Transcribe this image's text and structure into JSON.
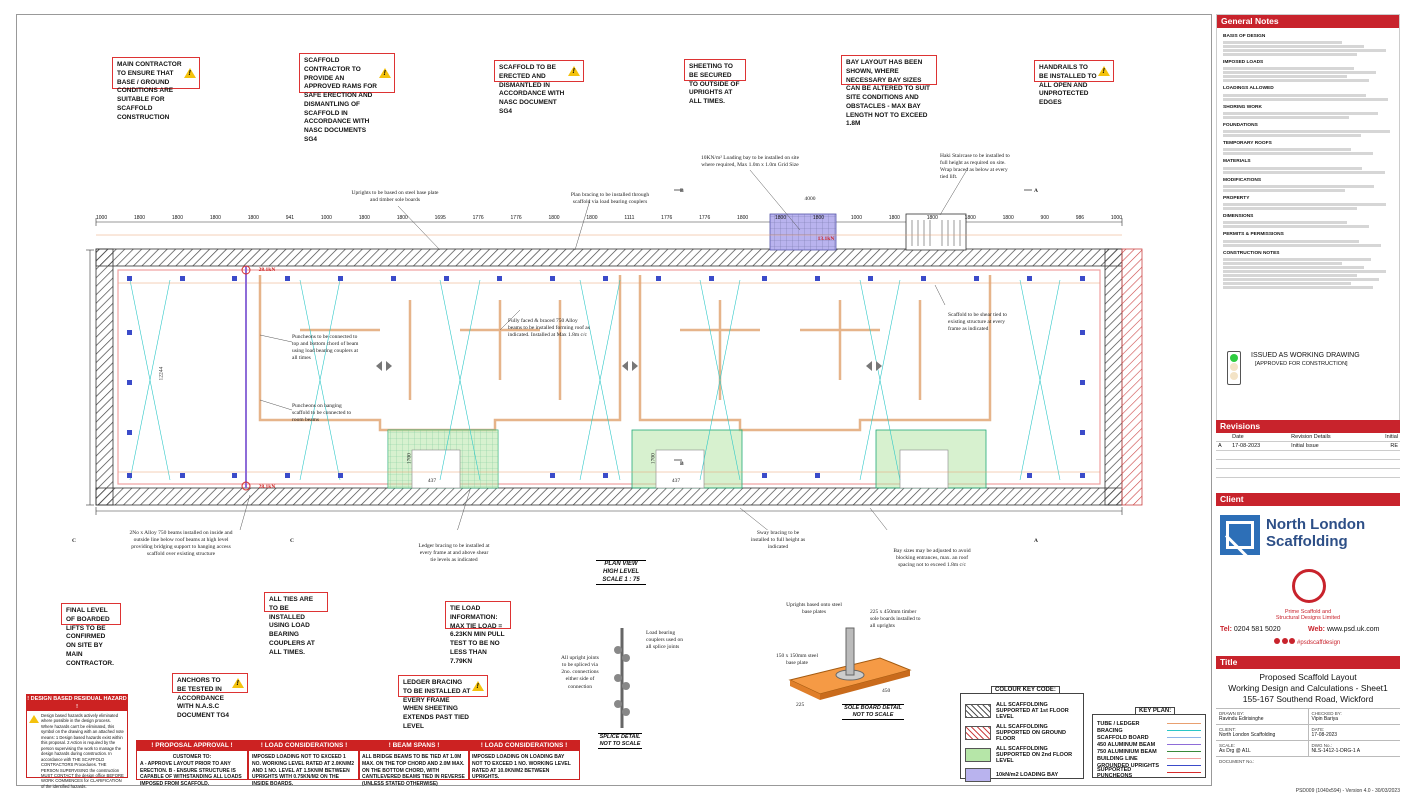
{
  "notes_top": [
    "MAIN CONTRACTOR TO ENSURE THAT BASE / GROUND CONDITIONS ARE SUITABLE FOR SCAFFOLD CONSTRUCTION",
    "SCAFFOLD CONTRACTOR TO PROVIDE AN APPROVED RAMS FOR SAFE ERECTION AND DISMANTLING OF SCAFFOLD IN ACCORDANCE WITH NASC DOCUMENTS SG4",
    "SCAFFOLD TO BE ERECTED AND DISMANTLED IN ACCORDANCE WITH NASC DOCUMENT SG4",
    "SHEETING TO BE SECURED TO OUTSIDE OF UPRIGHTS AT ALL TIMES.",
    "BAY LAYOUT HAS BEEN SHOWN, WHERE NECESSARY BAY SIZES CAN BE ALTERED TO SUIT SITE CONDITIONS AND OBSTACLES - MAX BAY LENGTH NOT TO EXCEED 1.8m",
    "HANDRAILS TO BE INSTALLED TO ALL OPEN AND UNPROTECTED EDGES"
  ],
  "annotations": {
    "uprights_base": "Uprights to be based on steel base plate and timber sole boards",
    "plan_bracing": "Plan bracing to be installed through scaffold via load bearing couplers",
    "loading_bay": "10KN/m² Loading bay to be installed on site where required, Max 1.0m x 1.0m Grid Size",
    "haki": "Haki Staircase to be installed to full height as required on site. Wrap braced as below at every tied lift.",
    "fully_faced": "Fully faced & braced 750 Alloy beams to be installed forming roof as indicated. Installed at Max 1.8m c/c",
    "shear_tied": "Scaffold to be shear tied to existing structure at every frame as indicated",
    "puncheons_chord": "Puncheons to be connected to top and bottom chord of beam using load bearing couplers at all times",
    "puncheons_hang": "Puncheons on hanging scaffold to be connected to room beams",
    "alloy_beams": "2No x Alloy 750 beams installed on inside and outside line below roof beams at high level providing bridging support to hanging access scaffold over existing structure",
    "ledger_bracing": "Ledger bracing to be installed at every frame at and above shear tie levels as indicated",
    "sway_bracing": "Sway bracing to be installed to full height as indicated",
    "bay_sizes": "Bay sizes may be adjusted to avoid blocking entrances, max. an roof spacing not to exceed 1.8m c/c",
    "plan_view": "PLAN VIEW",
    "high_level": "HIGH LEVEL",
    "scale": "SCALE 1 : 75",
    "load_13": "13.1kN",
    "load_28a": "28.1kN",
    "load_28b": "28.1kN",
    "dim_4000": "4000",
    "dim_12244": "12244",
    "dim_437a": "437",
    "dim_437b": "437",
    "dim_1700a": "1700",
    "dim_1700b": "1700",
    "sec_a": "A",
    "sec_b": "B",
    "sec_c": "C"
  },
  "top_dims": [
    "1000",
    "1800",
    "1800",
    "1800",
    "1800",
    "941",
    "1000",
    "1800",
    "1800",
    "1695",
    "1776",
    "1776",
    "1800",
    "1800",
    "1111",
    "1776",
    "1776",
    "1800",
    "1800",
    "1800",
    "1000",
    "1800",
    "1800",
    "1800",
    "1800",
    "900",
    "986",
    "1000"
  ],
  "notes_mid": [
    "FINAL LEVEL OF BOARDED LIFTS TO BE CONFIRMED ON SITE BY MAIN CONTRACTOR.",
    "ALL TIES ARE TO BE INSTALLED USING LOAD BEARING COUPLERS AT ALL TIMES.",
    "TIE LOAD INFORMATION: MAX TIE LOAD = 6.23kN MIN PULL TEST TO BE NO LESS THAN 7.79kN",
    "ANCHORS TO BE TESTED IN ACCORDANCE WITH N.A.S.C DOCUMENT TG4",
    "LEDGER BRACING TO BE INSTALLED AT EVERY FRAME WHEN SHEETING EXTENDS PAST TIED LEVEL"
  ],
  "splice": {
    "title": "SPLICE DETAIL",
    "scale": "NOT TO SCALE",
    "note1": "Load bearing couplers used on all splice joints",
    "note2": "All upright joints to be spliced via 2no. connections either side of connection"
  },
  "sole": {
    "title": "SOLE BOARD DETAIL",
    "scale": "NOT TO SCALE",
    "note1": "Uprights based onto steel base plates",
    "note2": "225 x 450mm timber sole boards installed to all uprights",
    "note3": "150 x 150mm steel base plate",
    "d225": "225",
    "d450": "450"
  },
  "colour_key": {
    "title": "COLOUR KEY CODE:",
    "items": [
      {
        "label": "ALL SCAFFOLDING SUPPORTED AT 1st FLOOR LEVEL",
        "color": "#ffffff"
      },
      {
        "label": "ALL SCAFFOLDING SUPPORTED ON GROUND FLOOR",
        "color": "#ffffff"
      },
      {
        "label": "ALL SCAFFOLDING SUPPORTED ON 2nd FLOOR LEVEL",
        "color": "#b6e6a8"
      },
      {
        "label": "10kN/m2 LOADING BAY",
        "color": "#b9b3ee"
      }
    ]
  },
  "key_plan": {
    "title": "KEY PLAN:",
    "items": [
      {
        "label": "TUBE / LEDGER",
        "color": "#e8a070"
      },
      {
        "label": "BRACING",
        "color": "#2bc7c7"
      },
      {
        "label": "SCAFFOLD BOARD",
        "color": "#8fb5e8"
      },
      {
        "label": "450 ALUMINUM BEAM",
        "color": "#8e6cd8"
      },
      {
        "label": "750 ALUMINIUM BEAM",
        "color": "#3a8a3a"
      },
      {
        "label": "BUILDING LINE",
        "color": "#f0a0a0"
      },
      {
        "label": "GROUNDED UPRIGHTS",
        "color": "#3b4bc9"
      },
      {
        "label": "SUPPORTED PUNCHEONS",
        "color": "#d62b2b"
      }
    ]
  },
  "hazard": {
    "title": "! DESIGN BASED RESIDUAL HAZARD !",
    "text": "Design based hazards actively eliminated where possible in the design process. Where hazards can't be eliminated, this symbol on the drawing with an attached note means: 1 Design based hazards exist within this proposal. 2 Action is required by the person supervising the work to manage the design hazards during construction. In accordance with THE SCAFFOLD CONTRACTORS Procedures. THE PERSON SUPERVISING the construction MUST CONTACT the design office BEFORE WORK COMMENCES for CLARIFICATION of the identified hazards."
  },
  "cons_boxes": [
    {
      "h": "! PROPOSAL APPROVAL !",
      "sub": "CUSTOMER TO:",
      "b": "A - Approve layout prior to any erection. B - Ensure structure is capable of withstanding all loads imposed from scaffold."
    },
    {
      "h": "! LOAD CONSIDERATIONS !",
      "sub": "",
      "b": "IMPOSED LOADING NOT TO EXCEED 1 NO. WORKING LEVEL RATED AT 2.0kN/m2 AND 1 NO. LEVEL AT 1.5kN/m BETWEEN UPRIGHTS WITH 0.75kN/m2 ON THE INSIDE BOARDS."
    },
    {
      "h": "! BEAM SPANS !",
      "sub": "",
      "b": "ALL BRIDGE BEAMS TO BE TIED AT 1.0m MAX. ON THE TOP CHORD AND 2.0m MAX. ON THE BOTTOM CHORD, WITH CANTILEVERED BEAMS TIED IN REVERSE (UNLESS STATED OTHERWISE)"
    },
    {
      "h": "! LOAD CONSIDERATIONS !",
      "sub": "",
      "b": "IMPOSED LOADING ON LOADING BAY NOT TO EXCEED 1 NO. WORKING LEVEL RATED AT 10.0kN/m2 BETWEEN UPRIGHTS."
    }
  ],
  "panel": {
    "general_notes": "General Notes",
    "sections": [
      "BASIS OF DESIGN",
      "IMPOSED LOADS",
      "LOADINGS ALLOWED",
      "SHORING WORK",
      "FOUNDATIONS",
      "TEMPORARY ROOFS",
      "MATERIALS",
      "MODIFICATIONS",
      "PROPERTY",
      "DIMENSIONS",
      "PERMITS & PERMISSIONS",
      "CONSTRUCTION NOTES"
    ],
    "working_drawing": "ISSUED AS WORKING DRAWING",
    "approved": "[APPROVED FOR CONSTRUCTION]",
    "revisions": "Revisions",
    "rev_headers": [
      "",
      "Date",
      "Revision Details",
      "Initial"
    ],
    "rev_row": [
      "A",
      "17-08-2023",
      "Initial Issue",
      "RE"
    ],
    "client": "Client",
    "client_name1": "North London",
    "client_name2": "Scaffolding",
    "designer1": "Prime Scaffold and",
    "designer2": "Structural Designs Limited",
    "tel_label": "Tel:",
    "tel": "0204 581 5020",
    "web_label": "Web:",
    "web": "www.psd.uk.com",
    "social": "#psdscaffdesign",
    "title_head": "Title",
    "title1": "Proposed Scaffold Layout",
    "title2": "Working Design and Calculations - Sheet1",
    "title3": "155-167 Southend Road, Wickford",
    "drawn_by_l": "DRAWN BY:",
    "drawn_by": "Ravindu Edirisinghe",
    "checked_by_l": "CHECKED BY:",
    "checked_by": "Vipin Bariya",
    "client_l": "CLIENT:",
    "client_v": "North London Scaffolding",
    "date_l": "DATE:",
    "date_v": "17-08-2023",
    "scale_l": "SCALE:",
    "scale_v": "As Drg @ A1L",
    "dwg_l": "DWG No.:",
    "dwg_v": "NLS-1412-1-DRG-1 A",
    "doc_l": "DOCUMENT No.:"
  },
  "footer": "PSD009 (1040x594) - Version 4.0 - 30/03/2023"
}
